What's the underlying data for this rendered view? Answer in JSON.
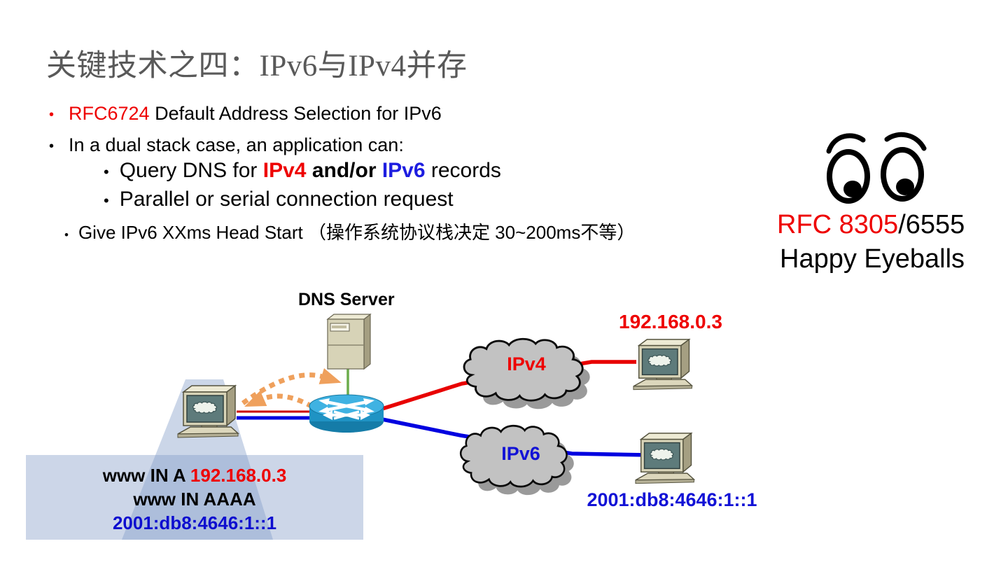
{
  "title": "关键技术之四：IPv6与IPv4并存",
  "bullets": {
    "b1_rfc": "RFC6724",
    "b1_text": " Default Address Selection for IPv6",
    "b2_text": "In a dual stack case, an application can:",
    "s1_pre": "Query DNS for ",
    "s1_ipv4": "IPv4",
    "s1_mid": " and/or ",
    "s1_ipv6": "IPv6",
    "s1_post": " records",
    "s2_text": "Parallel or serial connection request",
    "s3_text": "Give IPv6 XXms Head Start （操作系统协议栈决定 30~200ms不等）"
  },
  "callout": {
    "rfc_red": "RFC 8305",
    "rfc_rest": "/6555",
    "caption": "Happy Eyeballs",
    "icon": "eyes-icon"
  },
  "diagram": {
    "dns_server_label": "DNS Server",
    "ipv4_cloud_label": "IPv4",
    "ipv6_cloud_label": "IPv6",
    "ipv4_host_address": "192.168.0.3",
    "ipv6_host_address": "2001:db8:4646:1::1",
    "record_box": {
      "line1_name": "www IN A ",
      "line1_value": "192.168.0.3",
      "line2": "www IN AAAA",
      "line3": "2001:db8:4646:1::1"
    },
    "icons": [
      "dns-server-icon",
      "router-icon",
      "laptop-icon",
      "ipv4-host-icon",
      "ipv6-host-icon",
      "ipv4-cloud-icon",
      "ipv6-cloud-icon",
      "dns-query-arrow-icon",
      "dns-response-arrow-icon"
    ]
  },
  "colors": {
    "title_gray": "#595959",
    "accent_red": "#ee0000",
    "accent_blue": "#1d1de0",
    "address_blue": "#0d0dcf",
    "arrow_orange": "#efa05c",
    "link_green": "#6cac4c",
    "link_red": "#e80000",
    "link_blue": "#0000e0",
    "router_cyan": "#3fb2e2",
    "cloud_gray": "#c2c2c2",
    "record_box_bg": "#ccd6e8"
  }
}
